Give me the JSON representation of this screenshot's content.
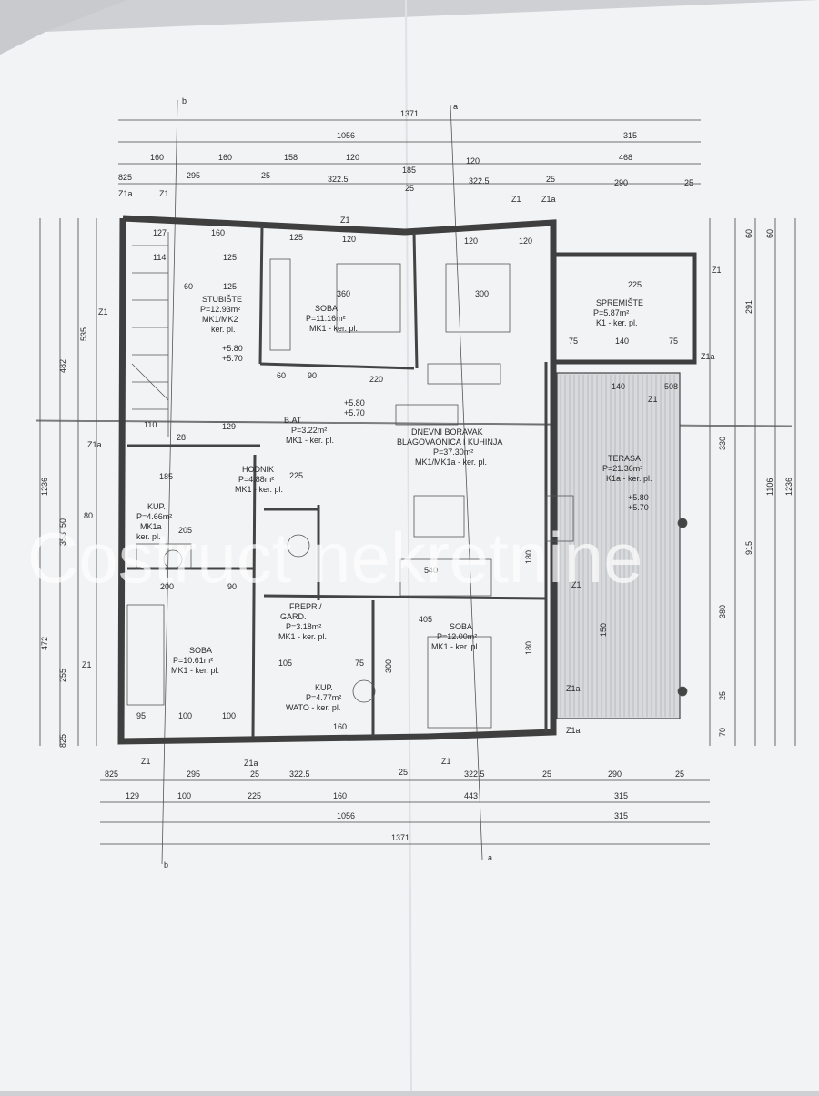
{
  "plan": {
    "top_dims": {
      "row1": [
        "1371"
      ],
      "row2": [
        "1056",
        "315"
      ],
      "row3": [
        "160",
        "160",
        "158",
        "120",
        "185",
        "120",
        "468"
      ],
      "row4": [
        "825",
        "295",
        "25",
        "322.5",
        "25",
        "322.5",
        "25",
        "290",
        "25"
      ]
    },
    "bottom_dims": {
      "row1": [
        "825",
        "295",
        "25",
        "322.5",
        "25",
        "322.5",
        "25",
        "290",
        "25"
      ],
      "row2": [
        "129",
        "100",
        "225",
        "160",
        "443",
        "315"
      ],
      "row3": [
        "1056",
        "315"
      ],
      "row4": [
        "1371"
      ]
    },
    "left_dims": [
      "482",
      "535",
      "1236",
      "80",
      "50",
      "353",
      "472",
      "255",
      "825"
    ],
    "right_dims": [
      "60",
      "60",
      "291",
      "330",
      "915",
      "1106",
      "1236",
      "380",
      "25",
      "70"
    ],
    "wall_tags": [
      "Z1a",
      "Z1",
      "Z1",
      "Z1a",
      "Z1",
      "Z1",
      "Z1a",
      "Z1",
      "Z1a",
      "Z1",
      "Z1a",
      "Z1a",
      "Z1",
      "Z1",
      "Z1a",
      "Z1",
      "Z1"
    ],
    "levels": [
      "+5.80",
      "+5.70"
    ],
    "rooms": [
      {
        "name": "STUBIŠTE",
        "area": "P=12.93m²",
        "finish": "MK1/MK2",
        "note": "ker. pl."
      },
      {
        "name": "SOBA",
        "area": "P=11.16m²",
        "finish": "MK1 - ker. pl."
      },
      {
        "name": "SPREMIŠTE",
        "area": "P=5.87m²",
        "finish": "K1 - ker. pl."
      },
      {
        "name": "B.AT",
        "area": "P=3.22m²",
        "finish": "MK1 - ker. pl."
      },
      {
        "name": "DNEVNI BORAVAK",
        "sub": "BLAGOVAONICA I KUHINJA",
        "area": "P=37.30m²",
        "finish": "MK1/MK1a - ker. pl."
      },
      {
        "name": "TERASA",
        "area": "P=21.36m²",
        "finish": "K1a - ker. pl."
      },
      {
        "name": "HODNIK",
        "area": "P=4.88m²",
        "finish": "MK1 - ker. pl."
      },
      {
        "name": "KUP.",
        "area": "P=4.66m²",
        "finish": "MK1a",
        "note": "ker. pl."
      },
      {
        "name": "FREPR./",
        "sub": "GARD.",
        "area": "P=3.18m²",
        "finish": "MK1 - ker. pl."
      },
      {
        "name": "SOBA",
        "area": "P=12.00m²",
        "finish": "MK1 - ker. pl."
      },
      {
        "name": "SOBA",
        "area": "P=10.61m²",
        "finish": "MK1 - ker. pl."
      },
      {
        "name": "KUP.",
        "area": "P=4.77m²",
        "finish": "WATO - ker. pl."
      }
    ],
    "inner_dims": [
      "127",
      "114",
      "60",
      "125",
      "125",
      "125",
      "160",
      "120",
      "120",
      "120",
      "360",
      "300",
      "225",
      "140",
      "75",
      "75",
      "140",
      "508",
      "60",
      "90",
      "220",
      "110",
      "129",
      "28",
      "185",
      "205",
      "200",
      "225",
      "540",
      "405",
      "300",
      "180",
      "150",
      "95",
      "100",
      "100",
      "160",
      "180",
      "75",
      "90",
      "105"
    ],
    "section_marks": [
      "b",
      "b",
      "a",
      "a"
    ],
    "watermark": "Costruct nekretnine"
  },
  "colors": {
    "paper": "#f3f4f6",
    "line": "#3a3a3a",
    "wall": "#4a4a4a",
    "shadow": "#cfd0d3"
  }
}
